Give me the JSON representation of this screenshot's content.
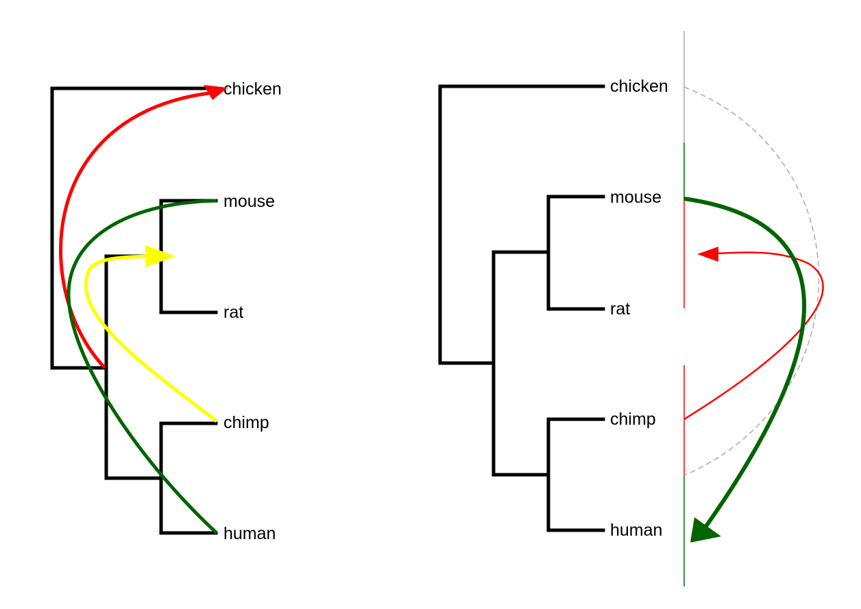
{
  "left_tree": {
    "leaves": [
      "chicken",
      "mouse",
      "rat",
      "chimp",
      "human"
    ],
    "transfers": [
      {
        "from": "chicken-human-split",
        "to": "chicken",
        "color": "#ff0000"
      },
      {
        "from": "human",
        "to": "mouse",
        "color": "#006400"
      },
      {
        "from": "chimp",
        "to": "mouse-rat-ancestor",
        "color": "#ffff00"
      }
    ]
  },
  "right_tree": {
    "leaves": [
      "chicken",
      "mouse",
      "rat",
      "chimp",
      "human"
    ],
    "transfers": [
      {
        "from": "mouse",
        "to": "human",
        "color": "#006400"
      },
      {
        "from": "chimp",
        "to": "mouse-rat-ancestor",
        "color": "#ff0000"
      }
    ],
    "reference_line_color": "#aaaaaa"
  },
  "colors": {
    "branch": "#000000",
    "red": "#ff0000",
    "green": "#006400",
    "yellow": "#ffff00",
    "gray": "#aaaaaa"
  }
}
